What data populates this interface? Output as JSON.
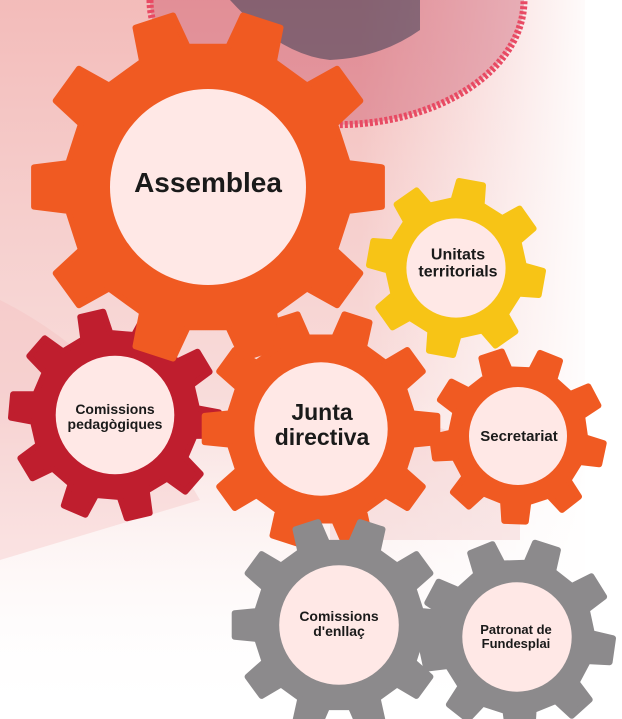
{
  "diagram": {
    "nodes": [
      {
        "id": "assemblea",
        "lines": [
          "Assemblea"
        ],
        "color": "#f05a22"
      },
      {
        "id": "unitats",
        "lines": [
          "Unitats",
          "territorials"
        ],
        "color": "#f7c416"
      },
      {
        "id": "comissions-ped",
        "lines": [
          "Comissions",
          "pedagògiques"
        ],
        "color": "#bf1e2e"
      },
      {
        "id": "junta",
        "lines": [
          "Junta",
          "directiva"
        ],
        "color": "#f05a22"
      },
      {
        "id": "secretariat",
        "lines": [
          "Secretariat"
        ],
        "color": "#f05a22"
      },
      {
        "id": "comissions-enl",
        "lines": [
          "Comissions",
          "d'enllaç"
        ],
        "color": "#8c8a8c"
      },
      {
        "id": "patronat",
        "lines": [
          "Patronat de",
          "Fundesplai"
        ],
        "color": "#8c8a8c"
      }
    ]
  },
  "colors": {
    "hub_fill": "#ffe8e6",
    "photo_tint": "#f6c4c4",
    "rope": "#e84a63"
  }
}
